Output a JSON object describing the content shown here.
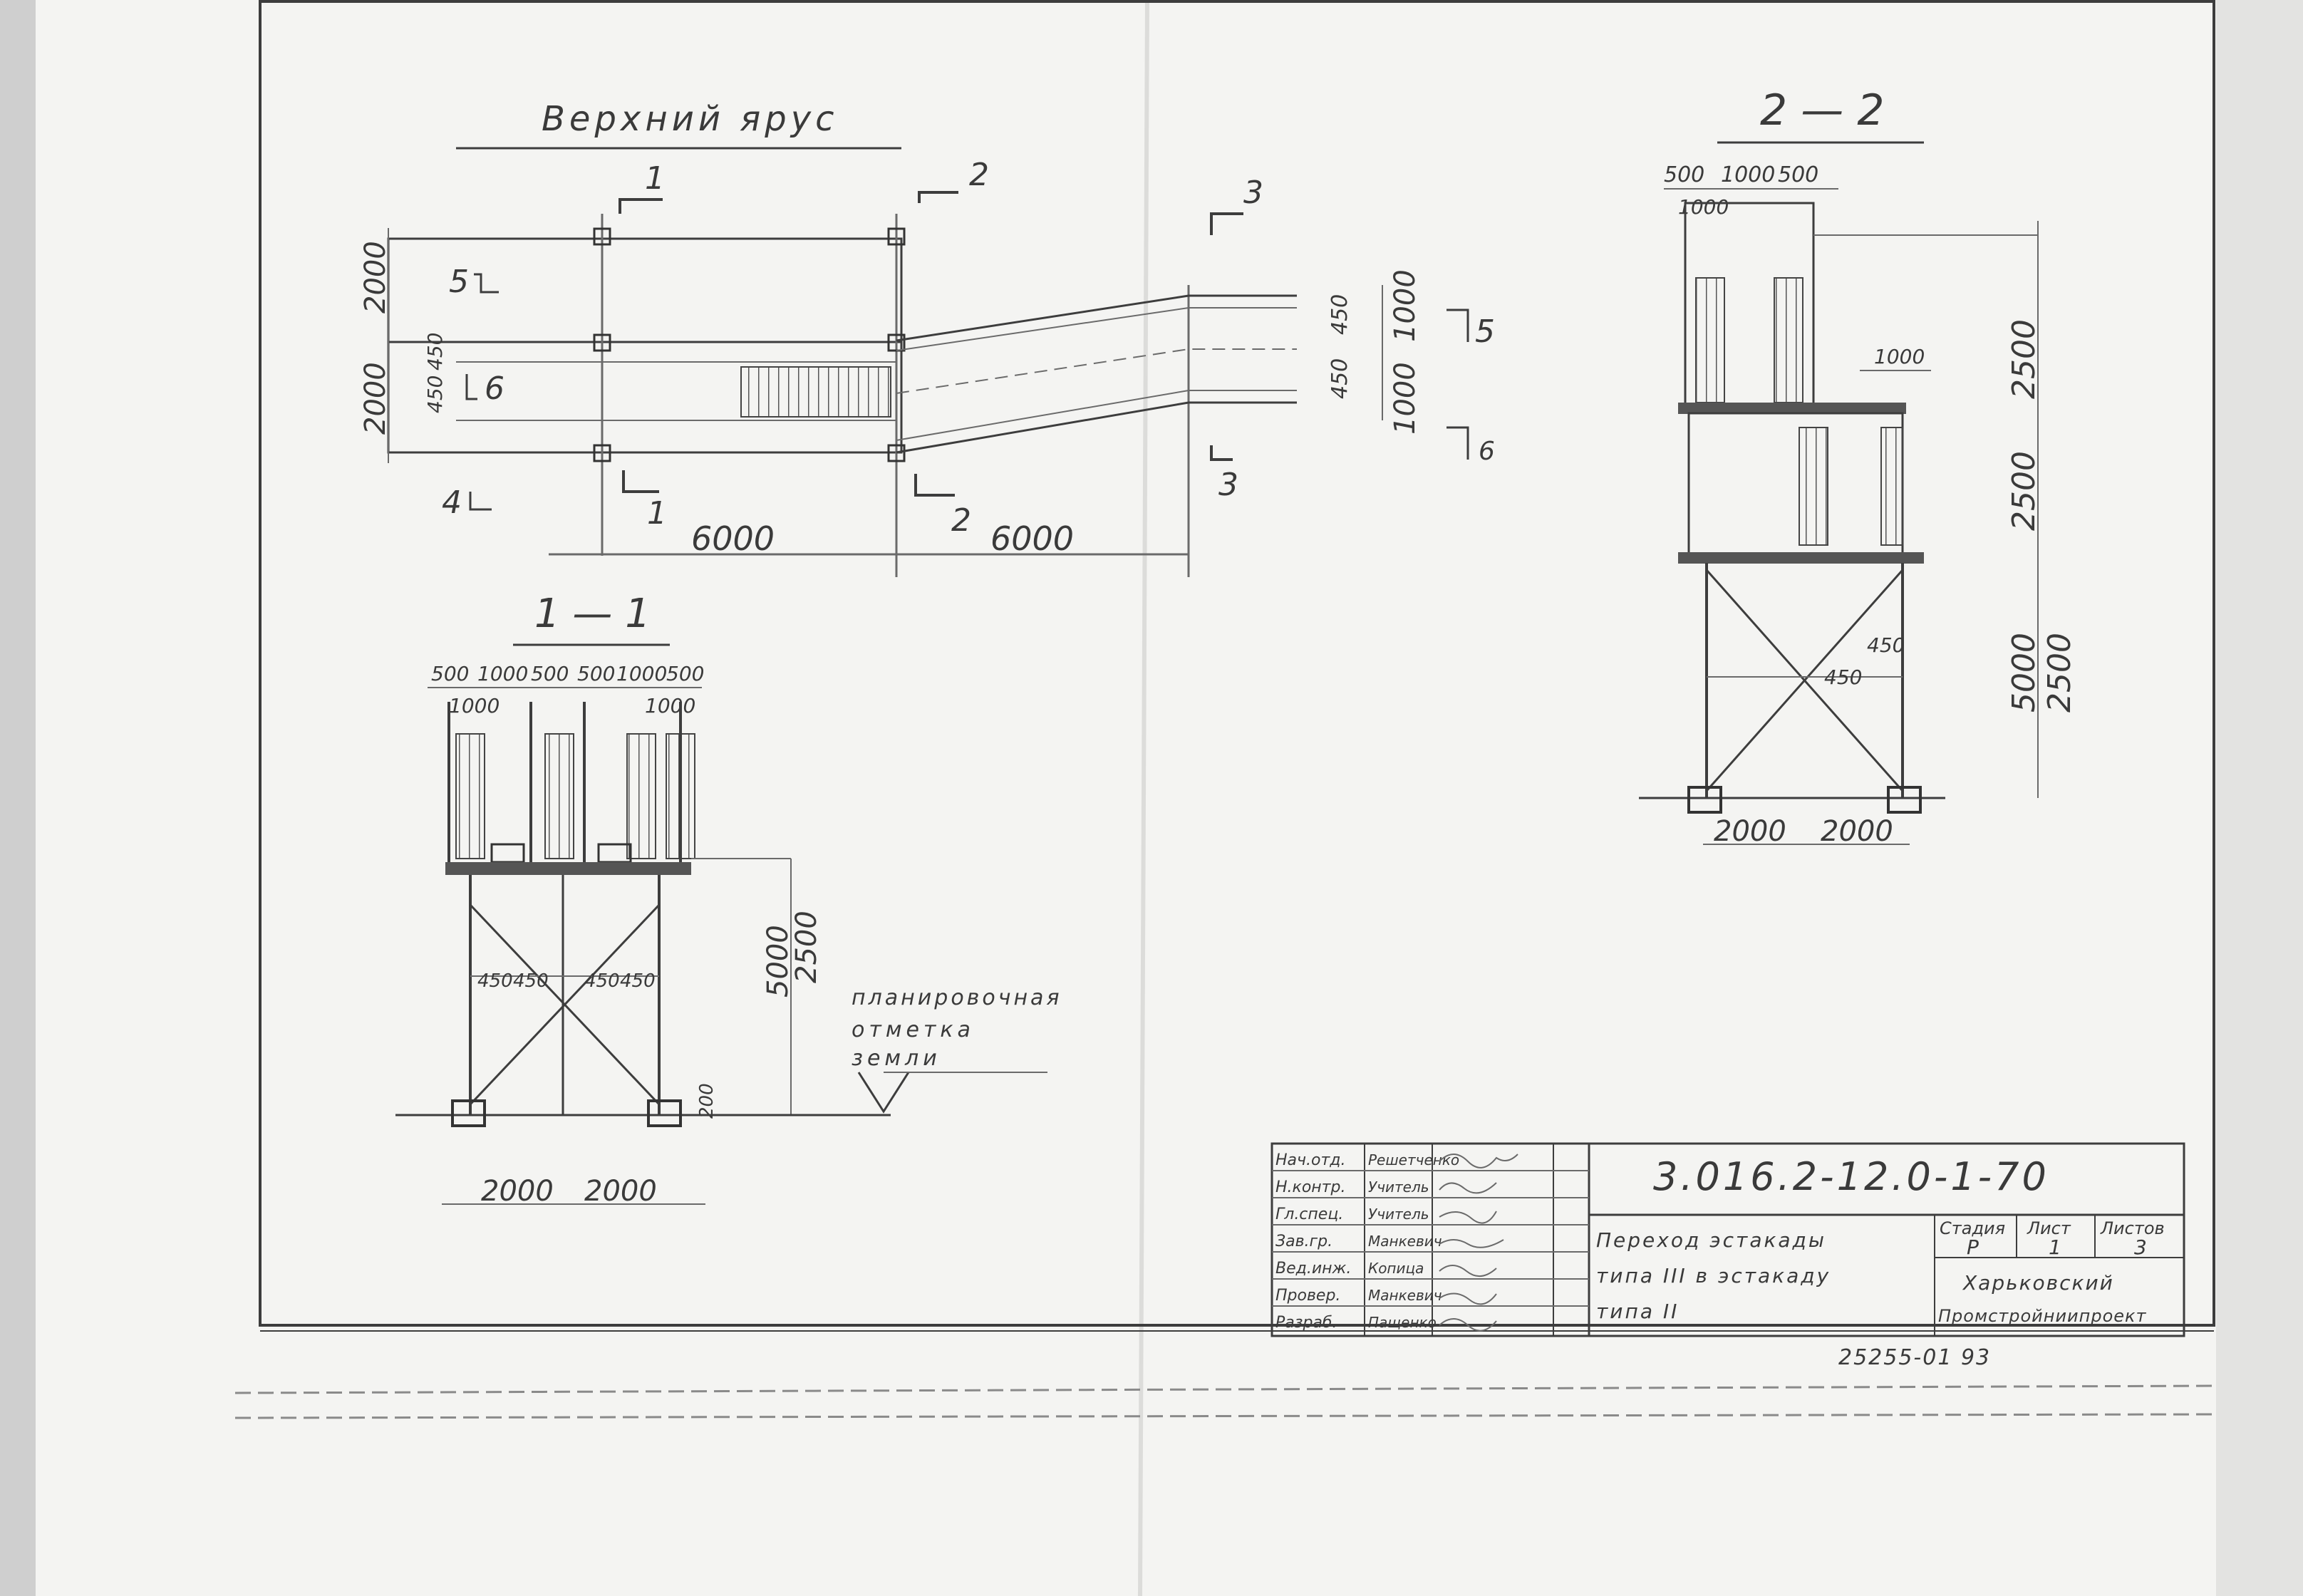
{
  "plan": {
    "title": "Верхний ярус",
    "section_markers": [
      "1",
      "2",
      "3",
      "1",
      "2",
      "3"
    ],
    "row_markers": [
      "5",
      "6",
      "4"
    ],
    "right_markers": [
      "5",
      "6"
    ],
    "dims_left": [
      "2000",
      "2000",
      "450",
      "450"
    ],
    "dims_right": [
      "1000",
      "1000",
      "450",
      "450"
    ],
    "dims_bottom": [
      "6000",
      "6000"
    ]
  },
  "section_1_1": {
    "title": "1 — 1",
    "top_dims": [
      "500",
      "1000",
      "500",
      "500",
      "1000",
      "500"
    ],
    "sub_dims": [
      "1000",
      "1000"
    ],
    "mid_dims": [
      "450",
      "450",
      "450",
      "450"
    ],
    "height_dims": [
      "5000",
      "2500"
    ],
    "small_dim": "200",
    "bottom_dims": [
      "2000",
      "2000"
    ],
    "ground_note": [
      "планировочная",
      "отметка",
      "земли"
    ]
  },
  "section_2_2": {
    "title": "2 — 2",
    "top_dims": [
      "500",
      "1000",
      "500"
    ],
    "sub_dim": "1000",
    "inner_dim": "1000",
    "right_dims": [
      "2500",
      "2500",
      "5000",
      "2500"
    ],
    "mid_dims": [
      "450",
      "450"
    ],
    "bottom_dims": [
      "2000",
      "2000"
    ]
  },
  "title_block": {
    "roles": [
      "Нач.отд.",
      "Н.контр.",
      "Гл.спец.",
      "Зав.гр.",
      "Вед.инж.",
      "Провер.",
      "Разраб."
    ],
    "names": [
      "Решетченко",
      "Учитель",
      "Учитель",
      "Манкевич",
      "Копица",
      "Манкевич",
      "Пащенко"
    ],
    "code": "3.016.2-12.0-1-70",
    "description": [
      "Переход эстакады",
      "типа III в эстакаду",
      "типа II"
    ],
    "stage_label": "Стадия",
    "sheet_label": "Лист",
    "sheets_label": "Листов",
    "stage": "Р",
    "sheet": "1",
    "sheets": "3",
    "organization": [
      "Харьковский",
      "Промстройниипроект"
    ]
  },
  "footer_code": "25255-01   93"
}
